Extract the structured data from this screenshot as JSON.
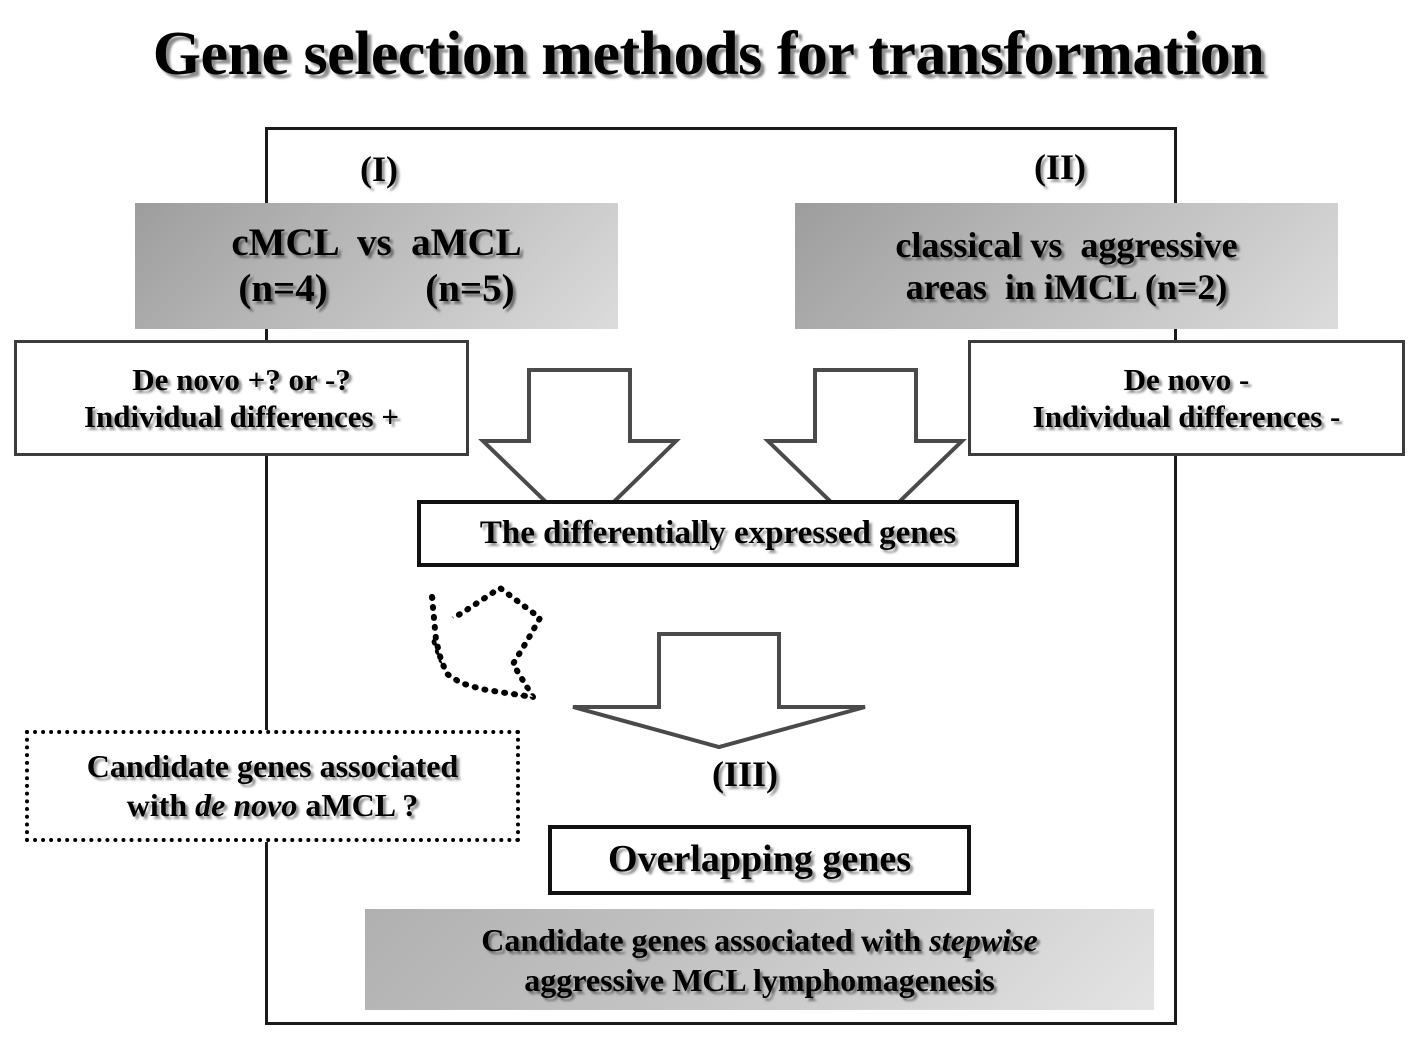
{
  "title": "Gene selection methods for transformation",
  "labels": {
    "step_1": "(I)",
    "step_2": "(II)",
    "step_3": "(III)"
  },
  "panels": {
    "comparison_1": {
      "line1": "cMCL  vs  aMCL",
      "line2": "(n=4)          (n=5)",
      "n_cmcl": 4,
      "n_amcl": 5
    },
    "comparison_2": {
      "line1": "classical vs  aggressive",
      "line2": "areas  in iMCL (n=2)",
      "n_imcl": 2
    }
  },
  "notes": {
    "left": {
      "line1": "De novo +? or -?",
      "line2": "Individual differences +"
    },
    "right": {
      "line1": "De novo -",
      "line2": "Individual differences -"
    }
  },
  "results": {
    "differentially_expressed": "The differentially expressed genes",
    "overlapping": "Overlapping  genes",
    "candidate_denovo": {
      "line1": "Candidate genes associated",
      "line2_prefix": "with ",
      "line2_italic": "de novo",
      "line2_suffix": " aMCL ?"
    },
    "candidate_stepwise": {
      "line1_prefix": "Candidate genes associated with ",
      "line1_italic": "stepwise",
      "line2": "aggressive MCL lymphomagenesis"
    }
  },
  "arrows": {
    "left_down": "down-block-arrow",
    "right_down": "down-block-arrow",
    "center_down": "down-block-arrow",
    "dotted_bent": "dotted-bent-double-arrow"
  },
  "colors": {
    "panel_gray_dark": "#9d9d9d",
    "panel_gray_light": "#dcdcdc",
    "frame_stroke": "#1a1a1a",
    "box_stroke": "#3c3c3c",
    "arrow_stroke": "#4a4a4a",
    "text": "#000000",
    "background": "#ffffff"
  }
}
